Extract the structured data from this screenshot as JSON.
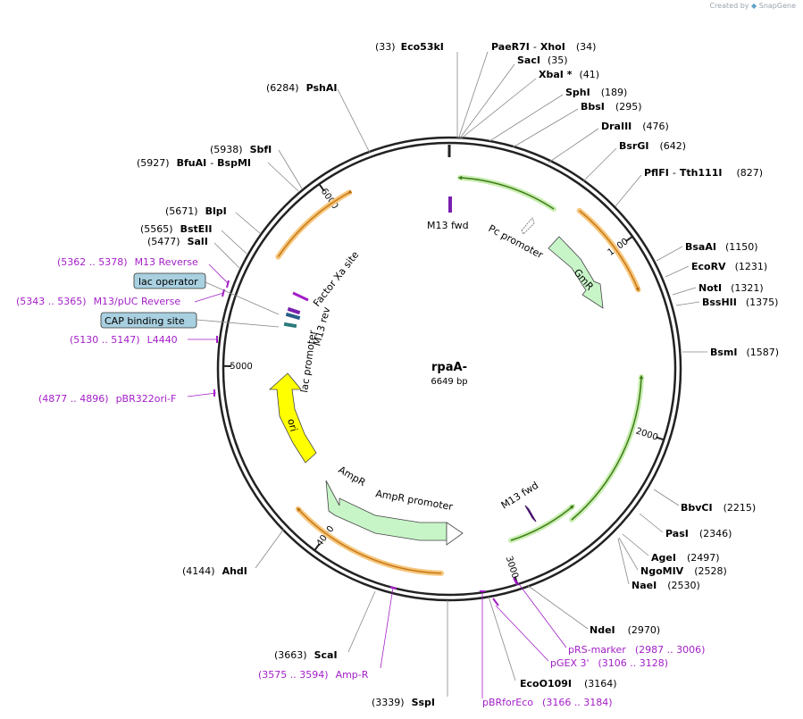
{
  "header": {
    "created_by": "Created by",
    "brand": "SnapGene"
  },
  "plasmid": {
    "name": "rpaA-",
    "length_label": "6649 bp",
    "length": 6649
  },
  "ticks": [
    {
      "label": "1000",
      "pos": 1000
    },
    {
      "label": "2000",
      "pos": 2000
    },
    {
      "label": "3000",
      "pos": 3000
    },
    {
      "label": "4000",
      "pos": 4000
    },
    {
      "label": "5000",
      "pos": 5000
    },
    {
      "label": "6000",
      "pos": 6000
    }
  ],
  "enzymes": [
    {
      "name": "Eco53kI",
      "pos_label": "(33)",
      "pos": 33
    },
    {
      "name": "PaeR7I",
      "name2": "XhoI",
      "pos_label": "(34)",
      "pos": 34
    },
    {
      "name": "SacI",
      "pos_label": "(35)",
      "pos": 35
    },
    {
      "name": "XbaI *",
      "pos_label": "(41)",
      "pos": 41
    },
    {
      "name": "SphI",
      "pos_label": "(189)",
      "pos": 189
    },
    {
      "name": "BbsI",
      "pos_label": "(295)",
      "pos": 295
    },
    {
      "name": "DraIII",
      "pos_label": "(476)",
      "pos": 476
    },
    {
      "name": "BsrGI",
      "pos_label": "(642)",
      "pos": 642
    },
    {
      "name": "PflFI",
      "name2": "Tth111I",
      "pos_label": "(827)",
      "pos": 827
    },
    {
      "name": "BsaAI",
      "pos_label": "(1150)",
      "pos": 1150
    },
    {
      "name": "EcoRV",
      "pos_label": "(1231)",
      "pos": 1231
    },
    {
      "name": "NotI",
      "pos_label": "(1321)",
      "pos": 1321
    },
    {
      "name": "BssHII",
      "pos_label": "(1375)",
      "pos": 1375
    },
    {
      "name": "BsmI",
      "pos_label": "(1587)",
      "pos": 1587
    },
    {
      "name": "BbvCI",
      "pos_label": "(2215)",
      "pos": 2215
    },
    {
      "name": "PasI",
      "pos_label": "(2346)",
      "pos": 2346
    },
    {
      "name": "AgeI",
      "pos_label": "(2497)",
      "pos": 2497
    },
    {
      "name": "NgoMIV",
      "pos_label": "(2528)",
      "pos": 2528
    },
    {
      "name": "NaeI",
      "pos_label": "(2530)",
      "pos": 2530
    },
    {
      "name": "NdeI",
      "pos_label": "(2970)",
      "pos": 2970
    },
    {
      "name": "EcoO109I",
      "pos_label": "(3164)",
      "pos": 3164
    },
    {
      "name": "SspI",
      "pos_label": "(3339)",
      "pos": 3339
    },
    {
      "name": "ScaI",
      "pos_label": "(3663)",
      "pos": 3663
    },
    {
      "name": "AhdI",
      "pos_label": "(4144)",
      "pos": 4144
    },
    {
      "name": "SalI",
      "pos_label": "(5477)",
      "pos": 5477
    },
    {
      "name": "BstEII",
      "pos_label": "(5565)",
      "pos": 5565
    },
    {
      "name": "BlpI",
      "pos_label": "(5671)",
      "pos": 5671
    },
    {
      "name": "BfuAI",
      "name2": "BspMI",
      "pos_label": "(5927)",
      "pos": 5927
    },
    {
      "name": "SbfI",
      "pos_label": "(5938)",
      "pos": 5938
    },
    {
      "name": "PshAI",
      "pos_label": "(6284)",
      "pos": 6284
    }
  ],
  "primers": [
    {
      "name": "pRS-marker",
      "range": "(2987 .. 3006)",
      "pos": 2996
    },
    {
      "name": "pGEX 3'",
      "range": "(3106 .. 3128)",
      "pos": 3117
    },
    {
      "name": "pBRforEco",
      "range": "(3166 .. 3184)",
      "pos": 3175
    },
    {
      "name": "Amp-R",
      "range": "(3575 .. 3594)",
      "pos": 3584
    },
    {
      "name": "pBR322ori-F",
      "range": "(4877 .. 4896)",
      "pos": 4886
    },
    {
      "name": "L4440",
      "range": "(5130 .. 5147)",
      "pos": 5138
    },
    {
      "name": "M13/pUC Reverse",
      "range": "(5343 .. 5365)",
      "pos": 5354
    },
    {
      "name": "M13 Reverse",
      "range": "(5362 .. 5378)",
      "pos": 5370
    }
  ],
  "boxed_features": [
    {
      "name": "lac operator",
      "pos": 5355
    },
    {
      "name": "CAP binding site",
      "pos": 5230
    }
  ],
  "features": {
    "gmr": "GmR",
    "ori": "ori",
    "ampr": "AmpR",
    "ampr_promoter": "AmpR promoter",
    "pc_promoter": "Pc promoter",
    "m13_fwd_top": "M13 fwd",
    "m13_fwd_bottom": "M13 fwd",
    "factor_xa": "Factor Xa site",
    "m13_rev": "M13 rev",
    "lac_promoter": "lac promoter"
  },
  "colors": {
    "backbone": "#222222",
    "orange_arc": "#f0a030",
    "green_arc": "#5aa02c",
    "gmr_fill": "#c8f5c8",
    "ori_fill": "#ffff00",
    "primer": "#a31ec8",
    "boxed_fill": "#a9d0e0",
    "label_line": "#888888"
  }
}
